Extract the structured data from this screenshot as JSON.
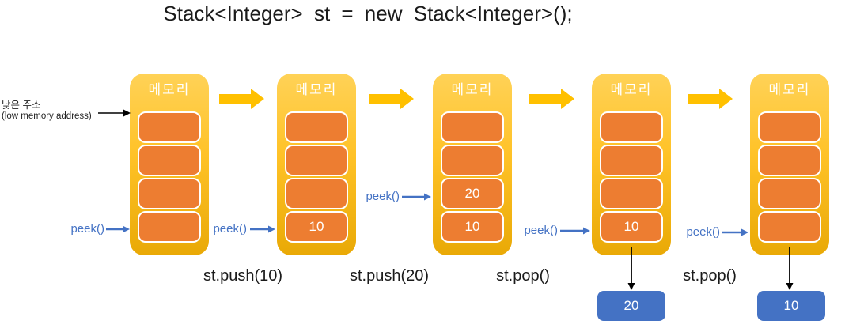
{
  "title": "Stack<Integer> st = new Stack<Integer>();",
  "annotation": {
    "line1": "낮은 주소",
    "line2": "(low memory address)"
  },
  "memory_label": "메모리",
  "peek_label": "peek()",
  "stacks": [
    {
      "cells": [
        "",
        "",
        "",
        ""
      ],
      "peek_points_to_row": 4
    },
    {
      "cells": [
        "",
        "",
        "",
        "10"
      ],
      "peek_points_to_row": 4
    },
    {
      "cells": [
        "",
        "",
        "20",
        "10"
      ],
      "peek_points_to_row": 3
    },
    {
      "cells": [
        "",
        "",
        "",
        "10"
      ],
      "peek_points_to_row": 4
    },
    {
      "cells": [
        "",
        "",
        "",
        ""
      ],
      "peek_points_to_row": 4
    }
  ],
  "operations": [
    "st.push(10)",
    "st.push(20)",
    "st.pop()",
    "st.pop()"
  ],
  "popped": [
    "20",
    "10"
  ],
  "colors": {
    "container_gold_top": "#FFD257",
    "container_gold_bottom": "#E9A906",
    "cell_orange": "#ED7D31",
    "cell_border": "#FFFFFF",
    "flow_arrow_yellow": "#FFC000",
    "peek_blue": "#4472C4",
    "result_box_blue": "#4472C4",
    "text_black": "#1A1A1A"
  }
}
